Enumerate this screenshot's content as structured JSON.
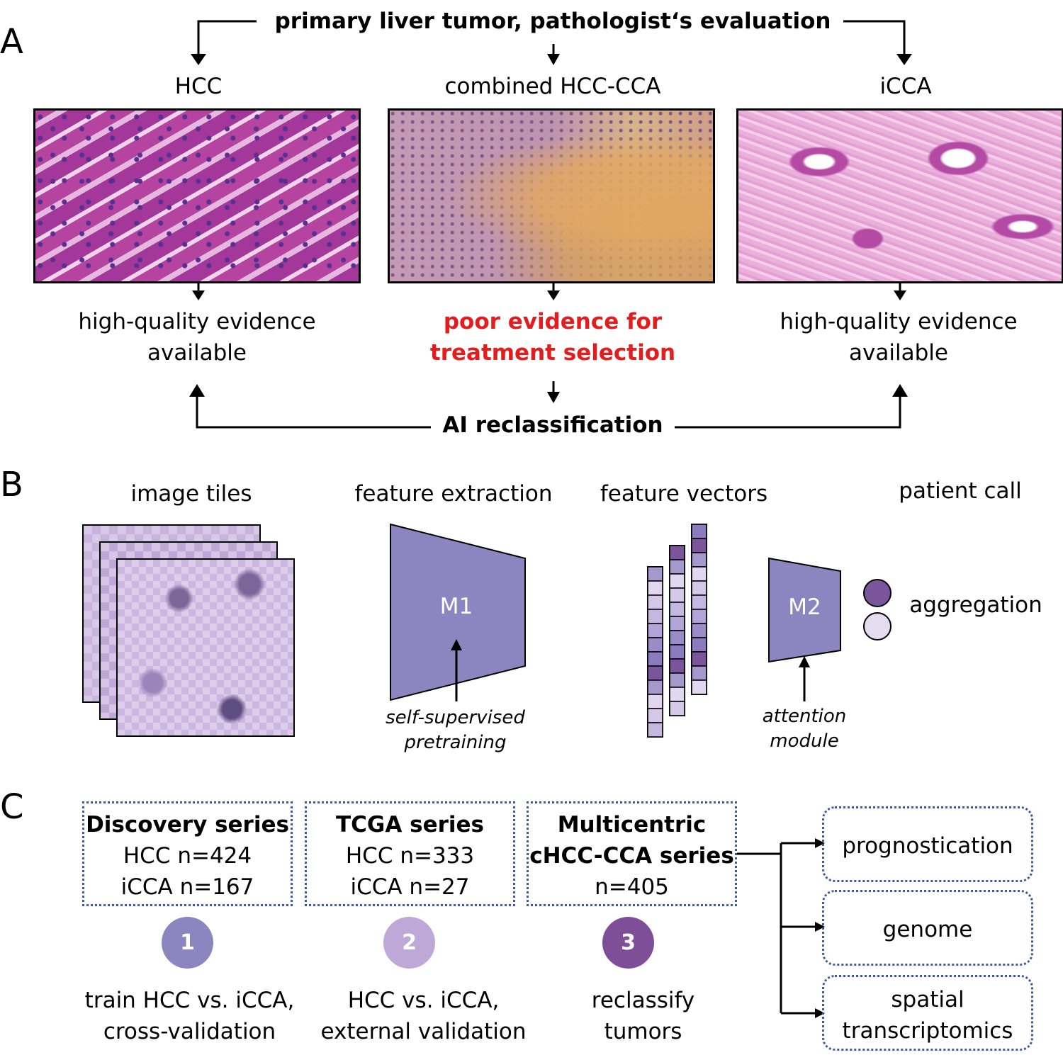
{
  "panelA": {
    "letter": "A",
    "top_title": "primary liver tumor, pathologist‘s evaluation",
    "categories": [
      {
        "label": "HCC",
        "evidence_line1": "high-quality evidence",
        "evidence_line2": "available"
      },
      {
        "label": "combined HCC-CCA",
        "evidence_line1": "poor evidence for",
        "evidence_line2": "treatment selection"
      },
      {
        "label": "iCCA",
        "evidence_line1": "high-quality evidence",
        "evidence_line2": "available"
      }
    ],
    "ai_label": "AI reclassification",
    "colors": {
      "emphasis": "#e31d1d",
      "hcc_stain": "#b6479f",
      "iCCA_stain": "#e9a6d8",
      "mixed_stain": "#c9a0b8"
    }
  },
  "panelB": {
    "letter": "B",
    "headers": {
      "tiles": "image tiles",
      "extraction": "feature extraction",
      "vectors": "feature vectors",
      "call": "patient call"
    },
    "m1_label": "M1",
    "m1_caption_line1": "self-supervised",
    "m1_caption_line2": "pretraining",
    "m2_label": "M2",
    "m2_caption_line1": "attention",
    "m2_caption_line2": "module",
    "aggregation_label": "aggregation",
    "colors": {
      "model": "#8b86bf",
      "dark_purple": "#7a559c",
      "light_purple": "#e6dcef"
    }
  },
  "panelC": {
    "letter": "C",
    "series": [
      {
        "title": "Discovery series",
        "line2": "HCC n=424",
        "line3": "iCCA n=167",
        "step": "1",
        "desc1": "train HCC vs. iCCA,",
        "desc2": "cross-validation",
        "color": "#8b86c0"
      },
      {
        "title": "TCGA series",
        "line2": "HCC n=333",
        "line3": "iCCA n=27",
        "step": "2",
        "desc1": "HCC vs. iCCA,",
        "desc2": "external validation",
        "color": "#bea8d8"
      },
      {
        "title_line1": "Multicentric",
        "title_line2": "cHCC-CCA series",
        "line3": "n=405",
        "step": "3",
        "desc1": "reclassify",
        "desc2": "tumors",
        "color": "#7e4f98"
      }
    ],
    "outcomes": [
      {
        "line1": "prognostication"
      },
      {
        "line1": "genome"
      },
      {
        "line1": "spatial",
        "line2": "transcriptomics"
      }
    ],
    "colors": {
      "dotted_border": "#3d5a99"
    }
  }
}
